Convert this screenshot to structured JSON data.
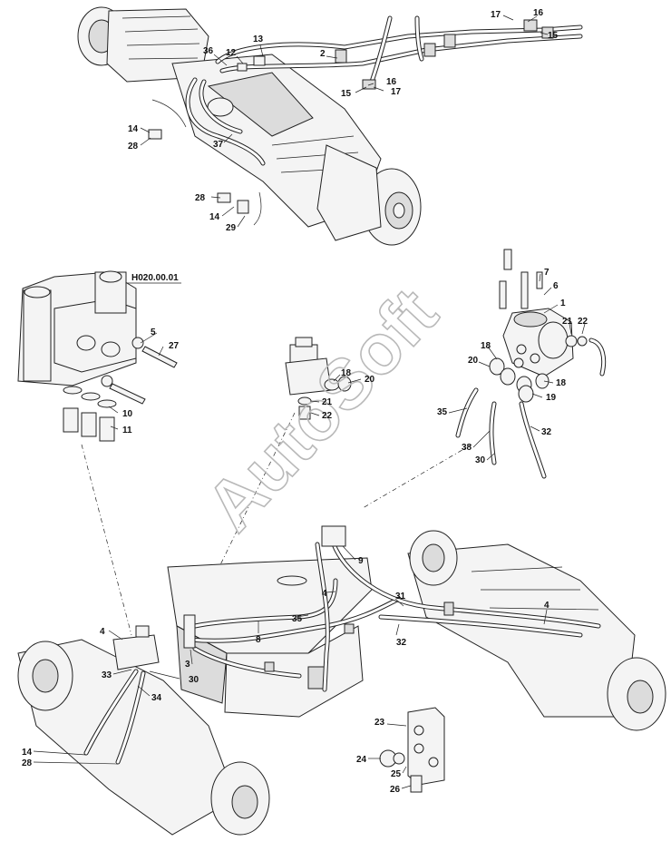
{
  "watermark": "AutoSoft",
  "reference_code": "H020.00.01",
  "callouts": {
    "c36": "36",
    "c12": "12",
    "c13": "13",
    "c2": "2",
    "c17a": "17",
    "c16a": "16",
    "c15a": "15",
    "c16b": "16",
    "c15b": "15",
    "c17b": "17",
    "c14a": "14",
    "c28a": "28",
    "c37": "37",
    "c28b": "28",
    "c14b": "14",
    "c29": "29",
    "c5": "5",
    "c27": "27",
    "c10": "10",
    "c11": "11",
    "c18a": "18",
    "c20a": "20",
    "c21a": "21",
    "c22a": "22",
    "c7": "7",
    "c6": "6",
    "c1": "1",
    "c21b": "21",
    "c22b": "22",
    "c18b": "18",
    "c20b": "20",
    "c18c": "18",
    "c19": "19",
    "c35a": "35",
    "c38": "38",
    "c30a": "30",
    "c32a": "32",
    "c9": "9",
    "c4a": "4",
    "c31": "31",
    "c35b": "35",
    "c8": "8",
    "c4b": "4",
    "c32b": "32",
    "c3": "3",
    "c4c": "4",
    "c33": "33",
    "c30b": "30",
    "c34": "34",
    "c14c": "14",
    "c28c": "28",
    "c23": "23",
    "c24": "24",
    "c25": "25",
    "c26": "26"
  }
}
